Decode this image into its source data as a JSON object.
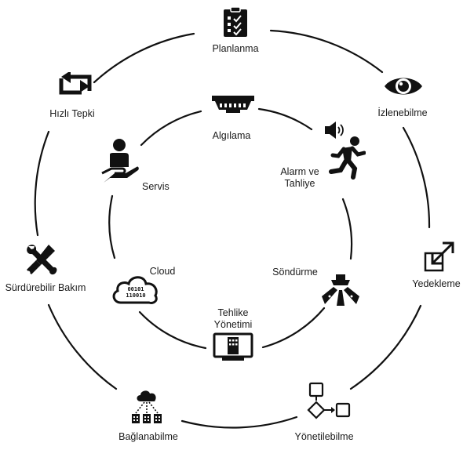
{
  "outer": {
    "planning": "Planlanma",
    "monitoring": "İzlenebilme",
    "backup": "Yedekleme",
    "manageability": "Yönetilebilme",
    "connectivity": "Bağlanabilme",
    "maintenance": "Sürdürebilir Bakım",
    "rapid_response": "Hızlı Tepki"
  },
  "inner": {
    "detection": "Algılama",
    "alarm_line1": "Alarm ve",
    "alarm_line2": "Tahliye",
    "suppression": "Söndürme",
    "risk_line1": "Tehlike",
    "risk_line2": "Yönetimi",
    "cloud": "Cloud",
    "service": "Servis"
  },
  "cloud_bits": {
    "line1": "00101",
    "line2": "110010"
  },
  "colors": {
    "ink": "#111111",
    "ring": "#111111",
    "background": "#ffffff"
  }
}
